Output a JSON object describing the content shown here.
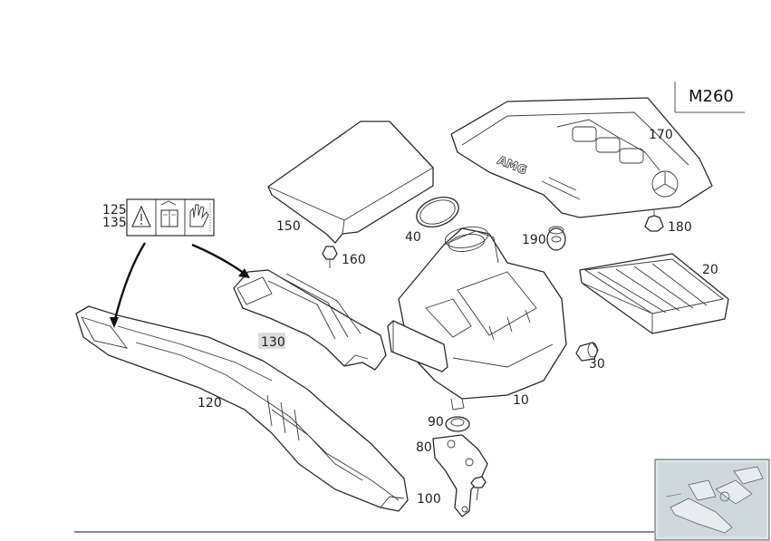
{
  "diagram": {
    "model_code": "M260",
    "callouts": {
      "p10": "10",
      "p20": "20",
      "p30": "30",
      "p40": "40",
      "p80": "80",
      "p90": "90",
      "p100": "100",
      "p120": "120",
      "p125": "125",
      "p130": "130",
      "p135": "135",
      "p150": "150",
      "p160": "160",
      "p170": "170",
      "p180": "180",
      "p190": "190"
    },
    "highlighted_callout": "130"
  },
  "colors": {
    "line": "#2b2b2b",
    "highlight": "#dcdcdc",
    "thumbnail_bg": "#c6d0d6"
  },
  "icons": [
    "warning-triangle-icon",
    "manual-book-icon",
    "hand-icon"
  ]
}
